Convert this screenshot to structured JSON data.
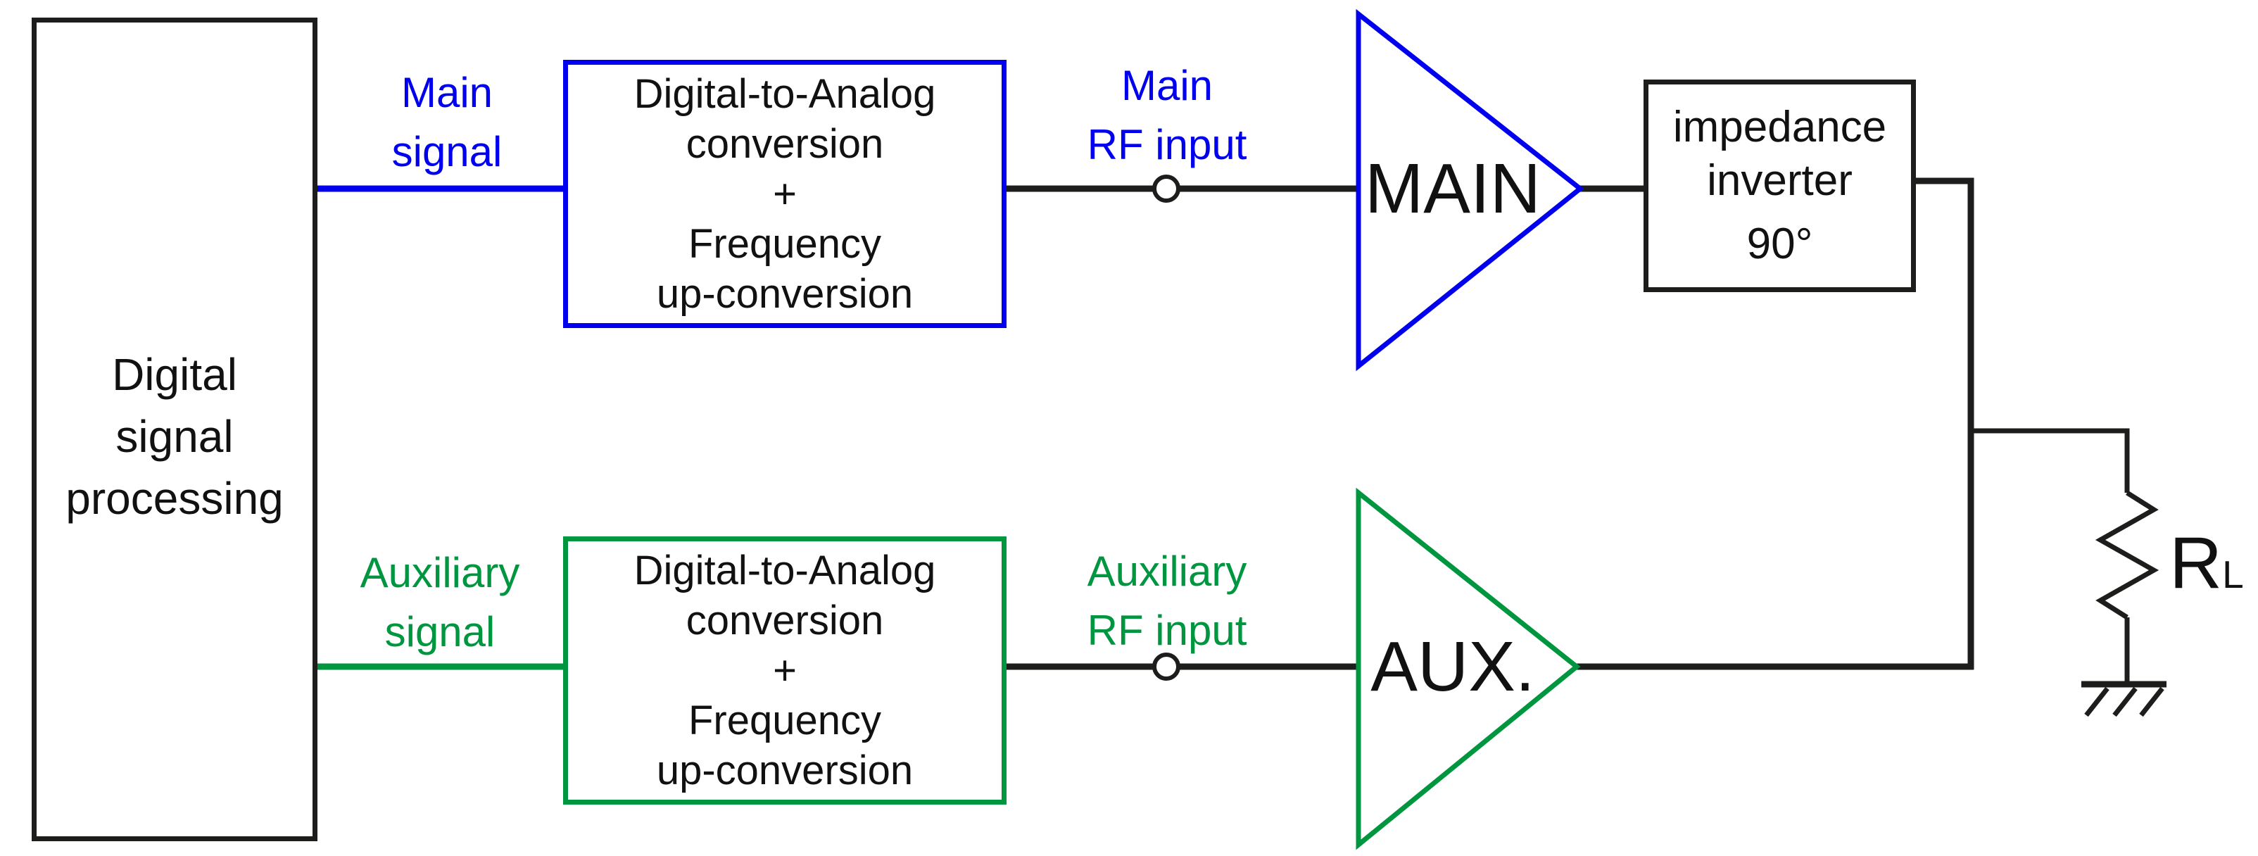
{
  "colors": {
    "main": "#0000ee",
    "aux": "#009640",
    "line": "#1d1d1b",
    "text": "#111111"
  },
  "blocks": {
    "dsp": {
      "lines": [
        "Digital",
        "signal",
        "processing"
      ]
    },
    "dac_main": {
      "lines": [
        "Digital-to-Analog",
        "conversion",
        "+",
        "Frequency",
        "up-conversion"
      ]
    },
    "dac_aux": {
      "lines": [
        "Digital-to-Analog",
        "conversion",
        "+",
        "Frequency",
        "up-conversion"
      ]
    },
    "impedance_inverter": {
      "lines": [
        "impedance",
        "inverter",
        "90°"
      ]
    }
  },
  "amplifiers": {
    "main": {
      "label": "MAIN"
    },
    "aux": {
      "label": "AUX."
    }
  },
  "labels": {
    "main_signal": {
      "lines": [
        "Main",
        "signal"
      ]
    },
    "aux_signal": {
      "lines": [
        "Auxiliary",
        "signal"
      ]
    },
    "main_rf_input": {
      "lines": [
        "Main",
        "RF input"
      ]
    },
    "aux_rf_input": {
      "lines": [
        "Auxiliary",
        "RF input"
      ]
    },
    "load": {
      "symbol": "R",
      "subscript": "L"
    }
  }
}
